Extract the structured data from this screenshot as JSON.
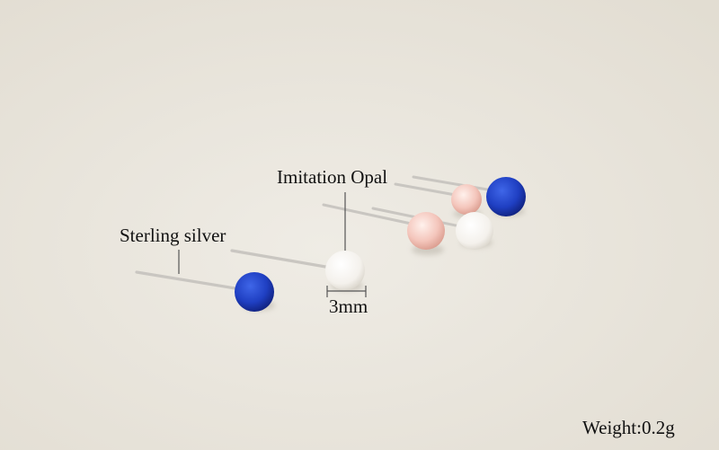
{
  "labels": {
    "material": "Sterling silver",
    "stone": "Imitation Opal",
    "size": "3mm",
    "weight": "Weight:0.2g"
  },
  "colors": {
    "background": "#ebe7de",
    "blue_opal": "#1f3fc2",
    "white_opal": "#f6f3ee",
    "pink_opal": "#f3c9c0",
    "silver": "#c9c6c1"
  }
}
